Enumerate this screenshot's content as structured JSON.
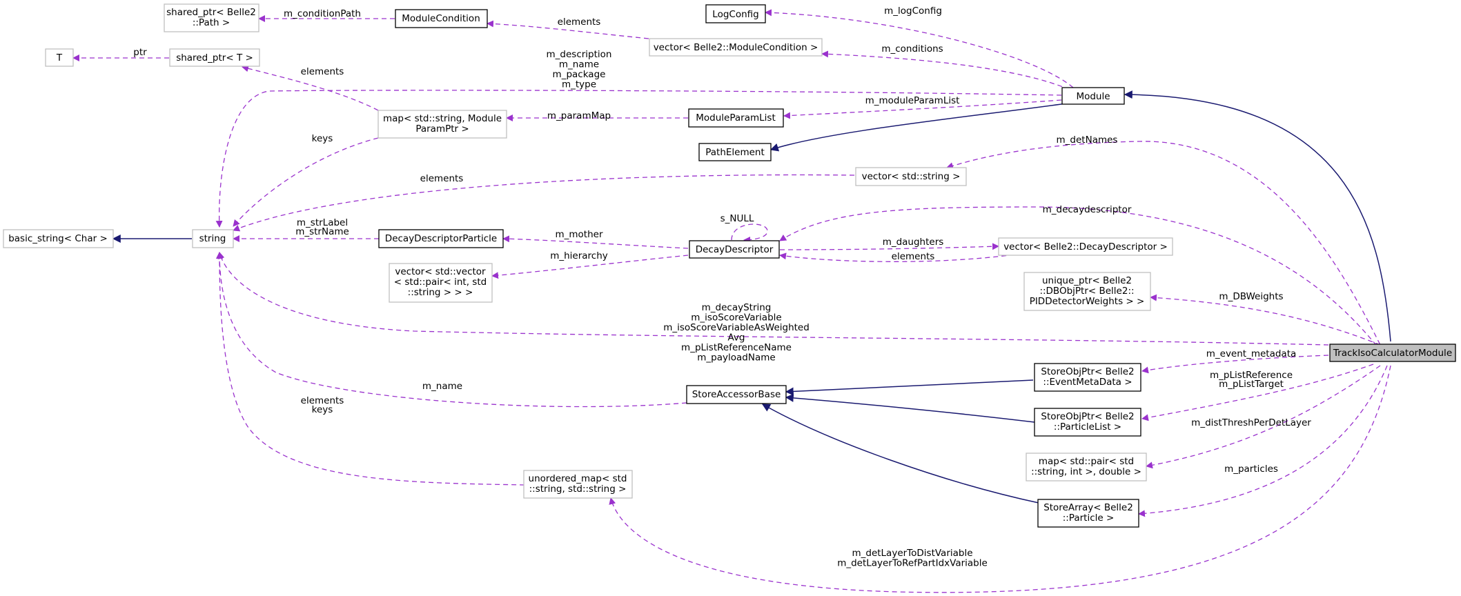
{
  "diagram": {
    "nodes": {
      "TrackIsoCalculatorModule": [
        "TrackIsoCalculatorModule"
      ],
      "Module": [
        "Module"
      ],
      "LogConfig": [
        "LogConfig"
      ],
      "ModuleCondition": [
        "ModuleCondition"
      ],
      "shared_ptr_Path": [
        "shared_ptr< Belle2",
        "::Path >"
      ],
      "vector_ModuleCondition": [
        "vector< Belle2::ModuleCondition >"
      ],
      "T": [
        "T"
      ],
      "shared_ptr_T": [
        "shared_ptr< T >"
      ],
      "map_ModuleParamPtr": [
        "map< std::string, Module",
        "ParamPtr >"
      ],
      "ModuleParamList": [
        "ModuleParamList"
      ],
      "PathElement": [
        "PathElement"
      ],
      "string": [
        "string"
      ],
      "basic_string": [
        "basic_string< Char >"
      ],
      "vector_string": [
        "vector< std::string >"
      ],
      "DecayDescriptorParticle": [
        "DecayDescriptorParticle"
      ],
      "DecayDescriptor": [
        "DecayDescriptor"
      ],
      "vector_DecayDescriptor": [
        "vector< Belle2::DecayDescriptor >"
      ],
      "vector_pair": [
        "vector< std::vector",
        "< std::pair< int, std",
        "::string > > >"
      ],
      "unique_ptr_DBObjPtr": [
        "unique_ptr< Belle2",
        "::DBObjPtr< Belle2::",
        "PIDDetectorWeights > >"
      ],
      "StoreAccessorBase": [
        "StoreAccessorBase"
      ],
      "StoreObjPtr_EventMetaData": [
        "StoreObjPtr< Belle2",
        "::EventMetaData >"
      ],
      "StoreObjPtr_ParticleList": [
        "StoreObjPtr< Belle2",
        "::ParticleList >"
      ],
      "map_pair": [
        "map< std::pair< std",
        "::string, int >, double >"
      ],
      "StoreArray_Particle": [
        "StoreArray< Belle2",
        "::Particle >"
      ],
      "unordered_map": [
        "unordered_map< std",
        "::string, std::string >"
      ]
    },
    "edge_labels": {
      "m_conditionPath": [
        "m_conditionPath"
      ],
      "elements_modcond": [
        "elements"
      ],
      "m_logConfig": [
        "m_logConfig"
      ],
      "m_conditions": [
        "m_conditions"
      ],
      "ptr": [
        "ptr"
      ],
      "elements_sharedT": [
        "elements"
      ],
      "module_strings": [
        "m_description",
        "m_name",
        "m_package",
        "m_type"
      ],
      "m_paramMap": [
        "m_paramMap"
      ],
      "m_moduleParamList": [
        "m_moduleParamList"
      ],
      "keys": [
        "keys"
      ],
      "m_detNames": [
        "m_detNames"
      ],
      "elements_vecstring": [
        "elements"
      ],
      "m_decaydescriptor": [
        "m_decaydescriptor"
      ],
      "s_NULL": [
        "s_NULL"
      ],
      "m_strLabel": [
        "m_strLabel",
        "m_strName"
      ],
      "m_mother": [
        "m_mother"
      ],
      "m_daughters": [
        "m_daughters"
      ],
      "elements_vecdd": [
        "elements"
      ],
      "m_hierarchy": [
        "m_hierarchy"
      ],
      "trackiso_strings": [
        "m_decayString",
        "m_isoScoreVariable",
        "m_isoScoreVariableAsWeighted",
        "Avg",
        "m_pListReferenceName",
        "m_payloadName"
      ],
      "m_DBWeights": [
        "m_DBWeights"
      ],
      "m_event_metadata": [
        "m_event_metadata"
      ],
      "m_pListReference": [
        "m_pListReference",
        "m_pListTarget"
      ],
      "m_name_store": [
        "m_name"
      ],
      "elements_keys": [
        "elements",
        "keys"
      ],
      "m_distThreshPerDetLayer": [
        "m_distThreshPerDetLayer"
      ],
      "m_particles": [
        "m_particles"
      ],
      "m_detLayer": [
        "m_detLayerToDistVariable",
        "m_detLayerToRefPartIdxVariable"
      ]
    }
  }
}
